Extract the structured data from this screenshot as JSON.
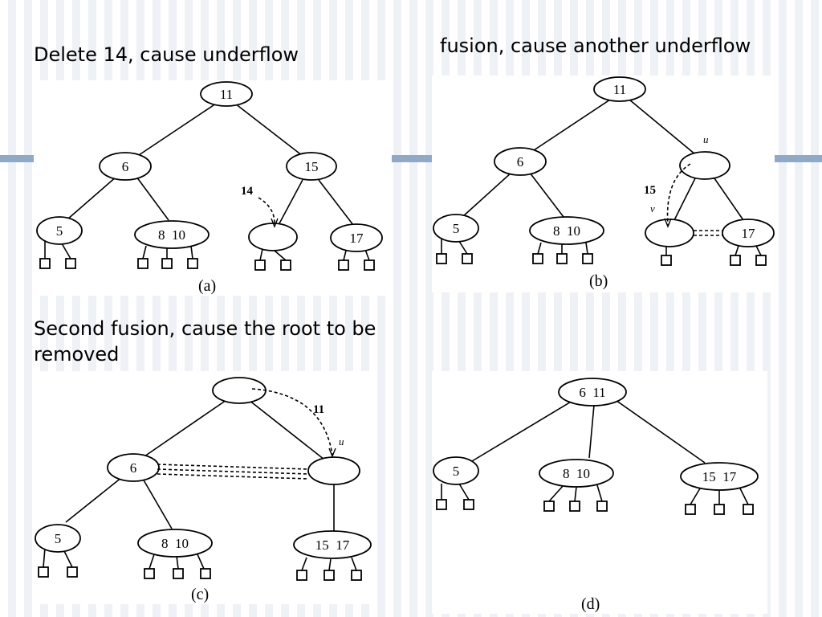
{
  "captions": {
    "a": "Delete 14, cause underflow",
    "b": "fusion, cause another underflow",
    "c": "Second fusion, cause the root to be removed"
  },
  "panels": {
    "a": {
      "label": "(a)",
      "nodes": {
        "root": "11",
        "left": "6",
        "right": "15",
        "ll": "5",
        "lr": "8  10",
        "rl": "",
        "rr": "17"
      },
      "annotation": "14"
    },
    "b": {
      "label": "(b)",
      "nodes": {
        "root": "11",
        "left": "6",
        "right": "",
        "ll": "5",
        "lr": "8  10",
        "rl": "",
        "rr": "17"
      },
      "annotations": {
        "moved_key": "15",
        "u": "u",
        "v": "v"
      }
    },
    "c": {
      "label": "(c)",
      "nodes": {
        "root": "",
        "left": "6",
        "right": "",
        "ll": "5",
        "lr": "8  10",
        "rr": "15  17"
      },
      "annotations": {
        "moved_key": "11",
        "u": "u"
      }
    },
    "d": {
      "label": "(d)",
      "nodes": {
        "root": "6  11",
        "ll": "5",
        "lm": "8  10",
        "lr": "15  17"
      }
    }
  },
  "colors": {
    "accent_bar": "#8fa9c6"
  }
}
